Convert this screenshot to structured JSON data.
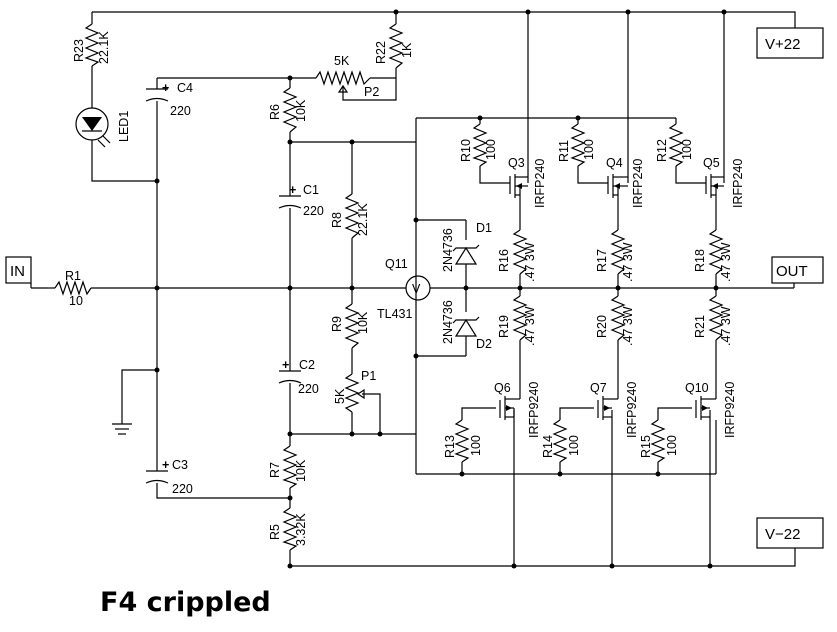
{
  "title": "F4 crippled",
  "ports": {
    "in": "IN",
    "out": "OUT",
    "vplus": "V+22",
    "vminus": "V−22"
  },
  "labels": {
    "R23": "R23",
    "R23v": "22.1K",
    "LED1": "LED1",
    "C4": "C4",
    "C4v": "220",
    "P2t": "5K",
    "P2": "P2",
    "R22": "R22",
    "R22v": "1K",
    "R6": "R6",
    "R6v": "10K",
    "C1": "C1",
    "C1v": "220",
    "R8": "R8",
    "R8v": "22.1K",
    "R1": "R1",
    "R1v": "10",
    "Q11": "Q11",
    "TL431": "TL431",
    "R9": "R9",
    "R9v": "10K",
    "C2": "C2",
    "C2v": "220",
    "P1": "P1",
    "P1v": "5K",
    "C3": "C3",
    "C3v": "220",
    "R7": "R7",
    "R7v": "10K",
    "R5": "R5",
    "R5v": "3.32K",
    "D1": "D1",
    "D1v": "2N4736",
    "D2": "D2",
    "D2v": "2N4736",
    "R10": "R10",
    "R10v": "100",
    "Q3": "Q3",
    "Q3v": "IRFP240",
    "R11": "R11",
    "R11v": "100",
    "Q4": "Q4",
    "Q4v": "IRFP240",
    "R12": "R12",
    "R12v": "100",
    "Q5": "Q5",
    "Q5v": "IRFP240",
    "R16": "R16",
    "R16v": ".47 3W",
    "R17": "R17",
    "R17v": ".47 3W",
    "R18": "R18",
    "R18v": ".47 3W",
    "R19": "R19",
    "R19v": ".47 3W",
    "R20": "R20",
    "R20v": ".47 3W",
    "R21": "R21",
    "R21v": ".47 3W",
    "Q6": "Q6",
    "Q6v": "IRFP9240",
    "Q7": "Q7",
    "Q7v": "IRFP9240",
    "Q10": "Q10",
    "Q10v": "IRFP9240",
    "R13": "R13",
    "R13v": "100",
    "R14": "R14",
    "R14v": "100",
    "R15": "R15",
    "R15v": "100",
    "V": "V"
  }
}
